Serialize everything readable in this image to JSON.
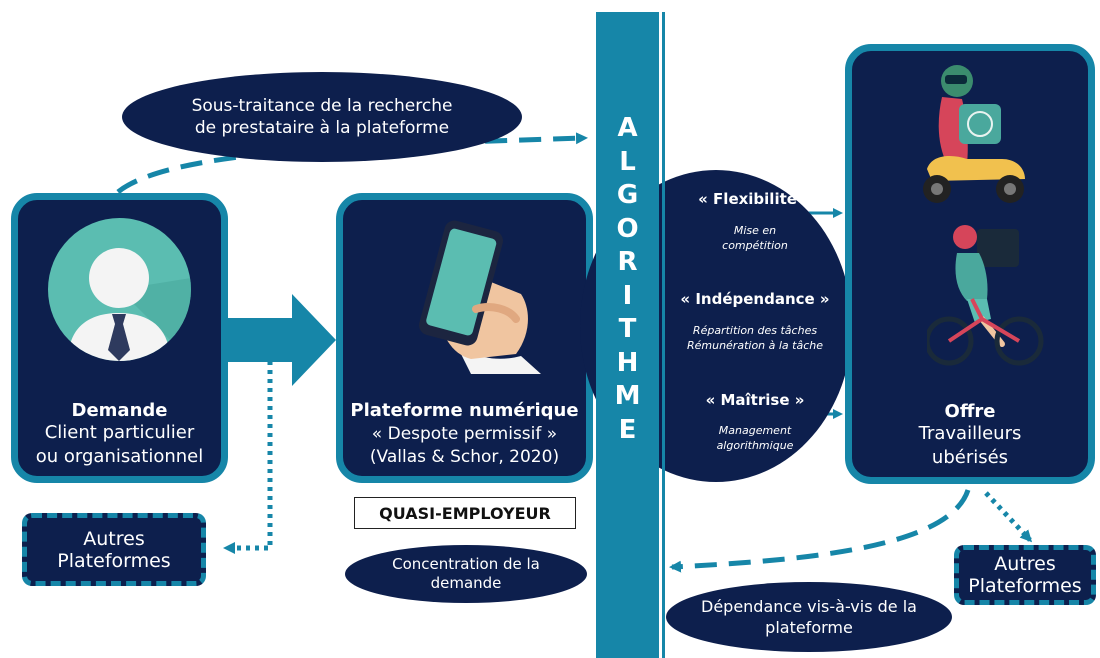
{
  "top_note": "Sous-traitance de la recherche de prestataire à la plateforme",
  "demande": {
    "title": "Demande",
    "line1": "Client particulier",
    "line2": "ou organisationnel"
  },
  "plateforme": {
    "title": "Plateforme numérique",
    "line1": "« Despote permissif »",
    "line2": "(Vallas & Schor, 2020)"
  },
  "quasi_employeur": "QUASI-EMPLOYEUR",
  "concentration": "Concentration de la demande",
  "algorithme_letters": [
    "A",
    "L",
    "G",
    "O",
    "R",
    "I",
    "T",
    "H",
    "M",
    "E"
  ],
  "flows": [
    {
      "title": "« Flexibilité »",
      "sub": [
        "Mise en",
        "compétition"
      ]
    },
    {
      "title": "« Indépendance »",
      "sub": [
        "Répartition des tâches",
        "Rémunération à la tâche"
      ]
    },
    {
      "title": "« Maîtrise »",
      "sub": [
        "Management",
        "algorithmique"
      ]
    }
  ],
  "offre": {
    "title": "Offre",
    "line1": "Travailleurs",
    "line2": "ubérisés"
  },
  "autres_left": "Autres Plateformes",
  "autres_right": "Autres Plateformes",
  "dependance": "Dépendance vis-à-vis de la plateforme",
  "colors": {
    "navy": "#0d1f4d",
    "teal": "#1686a8"
  }
}
